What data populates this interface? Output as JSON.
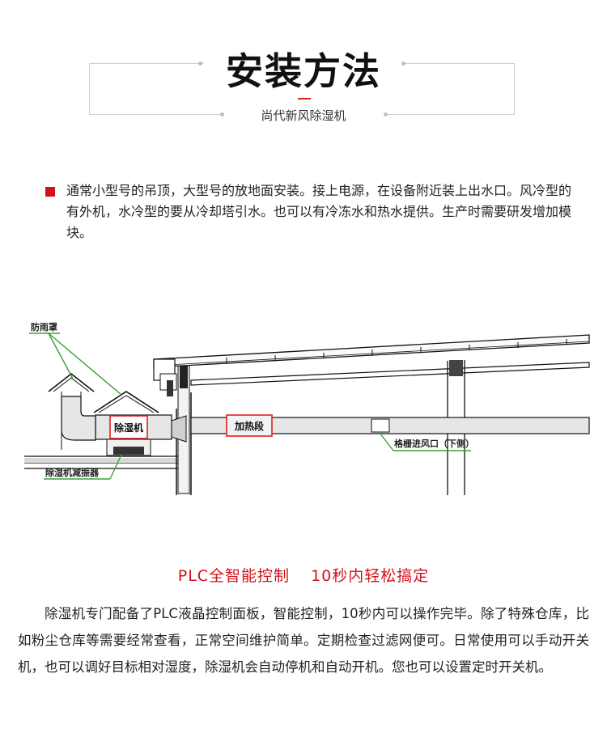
{
  "header": {
    "title": "安装方法",
    "subtitle": "尚代新风除湿机"
  },
  "intro": {
    "text": "通常小型号的吊顶，大型号的放地面安装。接上电源，在设备附近装上出水口。风冷型的有外机，水冷型的要从冷却塔引水。也可以有冷冻水和热水提供。生产时需要研发增加模块。"
  },
  "diagram": {
    "labels": {
      "rain_cover": "防雨罩",
      "dehumidifier": "除湿机",
      "heating_section": "加热段",
      "grille_inlet": "格栅进风口（下侧）",
      "damper": "除湿机减振器"
    },
    "colors": {
      "line": "#111111",
      "leader": "#3aa033",
      "label_box": "#e02020"
    }
  },
  "section2": {
    "headline_a": "PLC全智能控制",
    "headline_b": "10秒内轻松搞定",
    "paragraph": "除湿机专门配备了PLC液晶控制面板，智能控制，10秒内可以操作完毕。除了特殊仓库，比如粉尘仓库等需要经常查看，正常空间维护简单。定期检查过滤网便可。日常使用可以手动开关机，也可以调好目标相对湿度，除湿机会自动停机和自动开机。您也可以设置定时开关机。"
  }
}
